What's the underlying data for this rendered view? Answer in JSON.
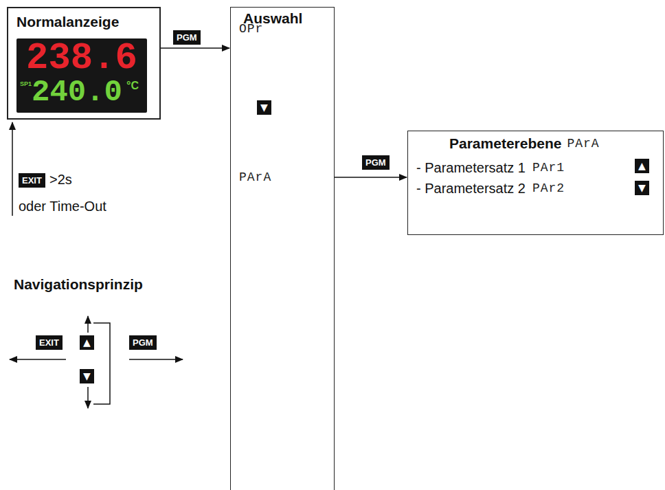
{
  "diagram": {
    "nodes": [
      {
        "text": [
          "Normalanzeige"
        ]
      },
      {
        "text": [
          "238.6",
          "SP1",
          "240.0",
          "°C"
        ],
        "in": 0
      },
      {
        "text": [
          "Auswahl",
          "OPr",
          "PArA"
        ]
      },
      {
        "text": [
          "Parameterebene",
          "PArA",
          "- Parametersatz 1",
          "PAr1",
          "- Parametersatz 2",
          "PAr2",
          "▲",
          "▼"
        ]
      }
    ],
    "edges": [
      {
        "from": 0,
        "to": 2,
        "label": "PGM",
        "arrow": "to"
      },
      {
        "from": 2,
        "to": 3,
        "label": "PGM",
        "arrow": "to"
      }
    ],
    "labels": [
      "▼",
      "EXIT",
      ">2s",
      "oder Time-Out",
      "Navigationsprinzip",
      "EXIT",
      "▲",
      "▼",
      "PGM"
    ]
  }
}
